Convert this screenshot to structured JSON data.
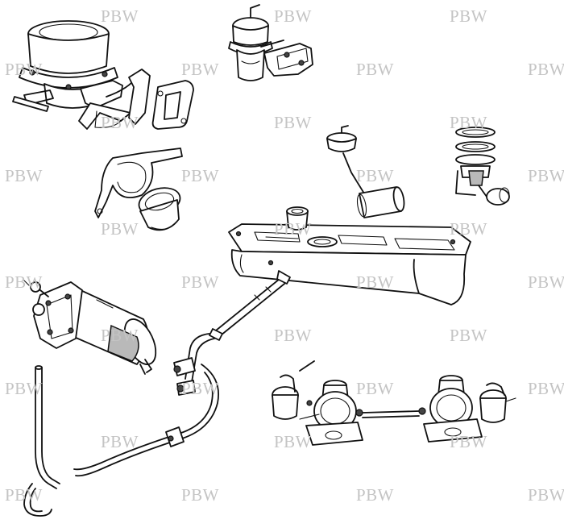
{
  "watermark": {
    "text": "PBW",
    "color": "#c4c4c4"
  },
  "parts": [
    {
      "name": "mechanical-fuel-pump"
    },
    {
      "name": "small-fuel-pump"
    },
    {
      "name": "pump-gasket"
    },
    {
      "name": "mounting-bracket"
    },
    {
      "name": "fuel-gauge-sender-float"
    },
    {
      "name": "fuel-gauge-sender-assembly"
    },
    {
      "name": "fuel-tank"
    },
    {
      "name": "electric-fuel-pump"
    },
    {
      "name": "fuel-pipe"
    },
    {
      "name": "flexible-hose"
    },
    {
      "name": "twin-carburettors"
    }
  ]
}
